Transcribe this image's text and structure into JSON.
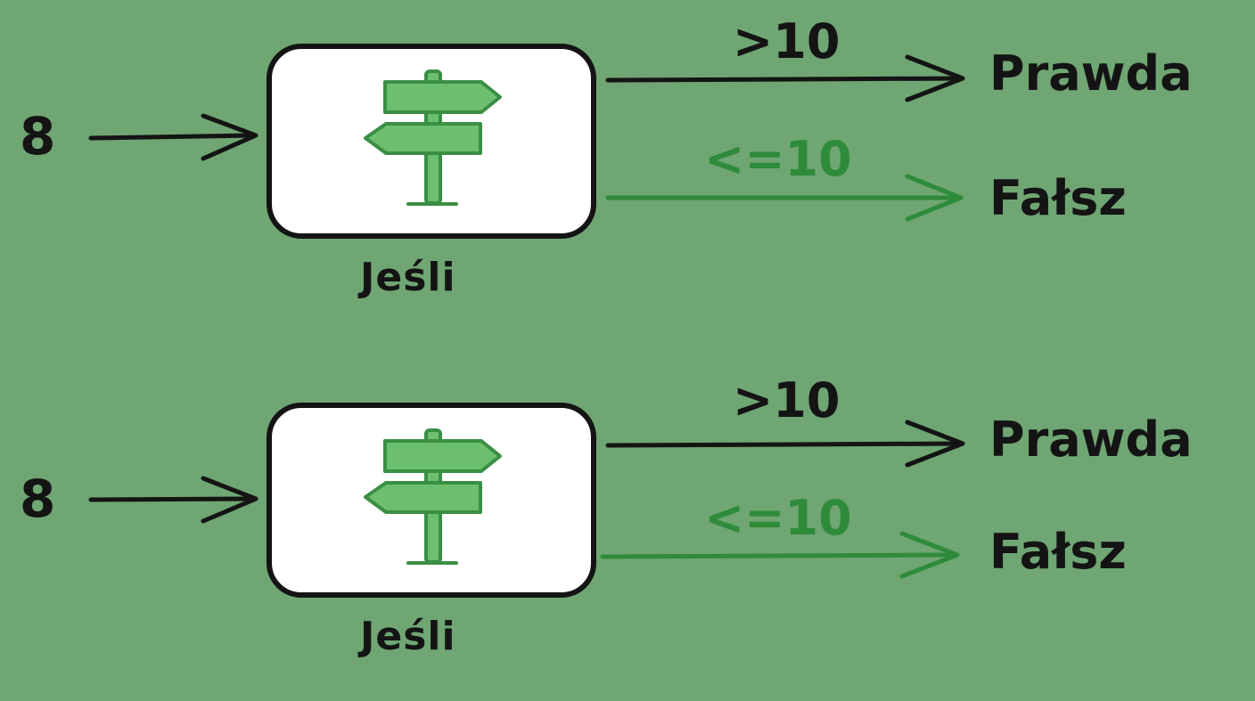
{
  "colors": {
    "background": "#6fa673",
    "ink": "#141414",
    "false_branch": "#2e8b3a",
    "sign_light": "#6cbf6e",
    "sign_dark": "#3a8f44",
    "box_fill": "#ffffff"
  },
  "diagrams": [
    {
      "input_value": "8",
      "node_label": "Jeśli",
      "node_icon": "signpost-icon",
      "true_branch": {
        "condition": ">10",
        "outcome": "Prawda"
      },
      "false_branch": {
        "condition": "<=10",
        "outcome": "Fałsz"
      }
    },
    {
      "input_value": "8",
      "node_label": "Jeśli",
      "node_icon": "signpost-icon",
      "true_branch": {
        "condition": ">10",
        "outcome": "Prawda"
      },
      "false_branch": {
        "condition": "<=10",
        "outcome": "Fałsz"
      }
    }
  ]
}
